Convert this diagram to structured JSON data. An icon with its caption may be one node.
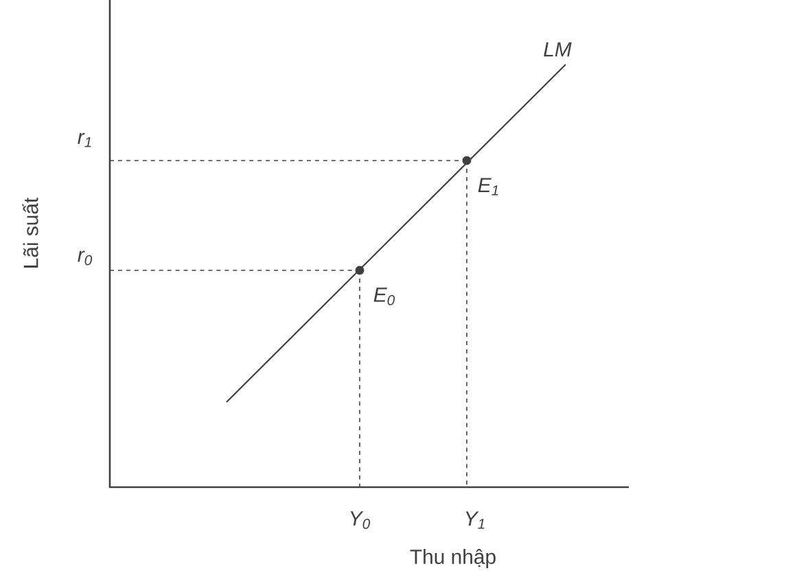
{
  "diagram": {
    "labels": [
      "LM",
      "r$_{1}$",
      "E$_{1}$",
      "Lãi suất",
      "r$_{0}$",
      "E$_{0}$",
      "Y$_{0}$",
      "Y$_{1}$",
      "Thu nhập"
    ]
  }
}
